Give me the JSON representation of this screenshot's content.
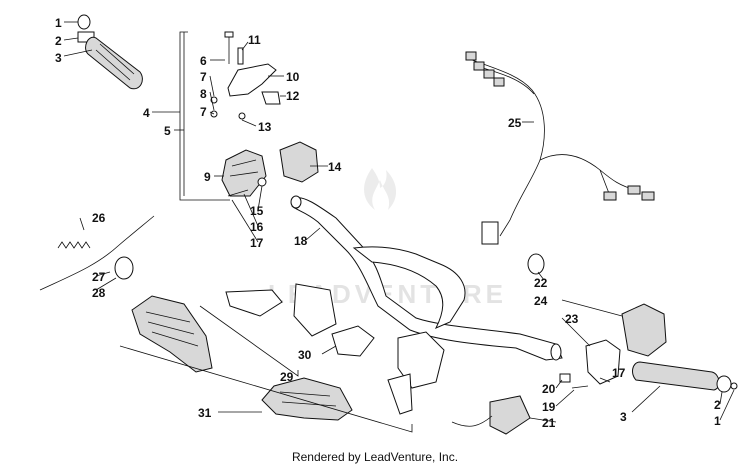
{
  "callouts": [
    {
      "id": "c1a",
      "text": "1"
    },
    {
      "id": "c2a",
      "text": "2"
    },
    {
      "id": "c3a",
      "text": "3"
    },
    {
      "id": "c4",
      "text": "4"
    },
    {
      "id": "c5",
      "text": "5"
    },
    {
      "id": "c6",
      "text": "6"
    },
    {
      "id": "c7a",
      "text": "7"
    },
    {
      "id": "c7b",
      "text": "7"
    },
    {
      "id": "c8",
      "text": "8"
    },
    {
      "id": "c9",
      "text": "9"
    },
    {
      "id": "c10",
      "text": "10"
    },
    {
      "id": "c11",
      "text": "11"
    },
    {
      "id": "c12",
      "text": "12"
    },
    {
      "id": "c13",
      "text": "13"
    },
    {
      "id": "c14",
      "text": "14"
    },
    {
      "id": "c15",
      "text": "15"
    },
    {
      "id": "c16",
      "text": "16"
    },
    {
      "id": "c17a",
      "text": "17"
    },
    {
      "id": "c17b",
      "text": "17"
    },
    {
      "id": "c18",
      "text": "18"
    },
    {
      "id": "c19",
      "text": "19"
    },
    {
      "id": "c20",
      "text": "20"
    },
    {
      "id": "c21",
      "text": "21"
    },
    {
      "id": "c22",
      "text": "22"
    },
    {
      "id": "c23",
      "text": "23"
    },
    {
      "id": "c24",
      "text": "24"
    },
    {
      "id": "c25",
      "text": "25"
    },
    {
      "id": "c26",
      "text": "26"
    },
    {
      "id": "c27",
      "text": "27"
    },
    {
      "id": "c28",
      "text": "28"
    },
    {
      "id": "c29",
      "text": "29"
    },
    {
      "id": "c30",
      "text": "30"
    },
    {
      "id": "c31",
      "text": "31"
    },
    {
      "id": "c3b",
      "text": "3"
    },
    {
      "id": "c2b",
      "text": "2"
    },
    {
      "id": "c1b",
      "text": "1"
    }
  ],
  "watermark": "LEADVENTURE",
  "footer": "Rendered by LeadVenture, Inc.",
  "colors": {
    "line": "#111111",
    "background": "#ffffff",
    "watermark": "#e3e3e3",
    "part_shade": "#d8d8d8"
  }
}
